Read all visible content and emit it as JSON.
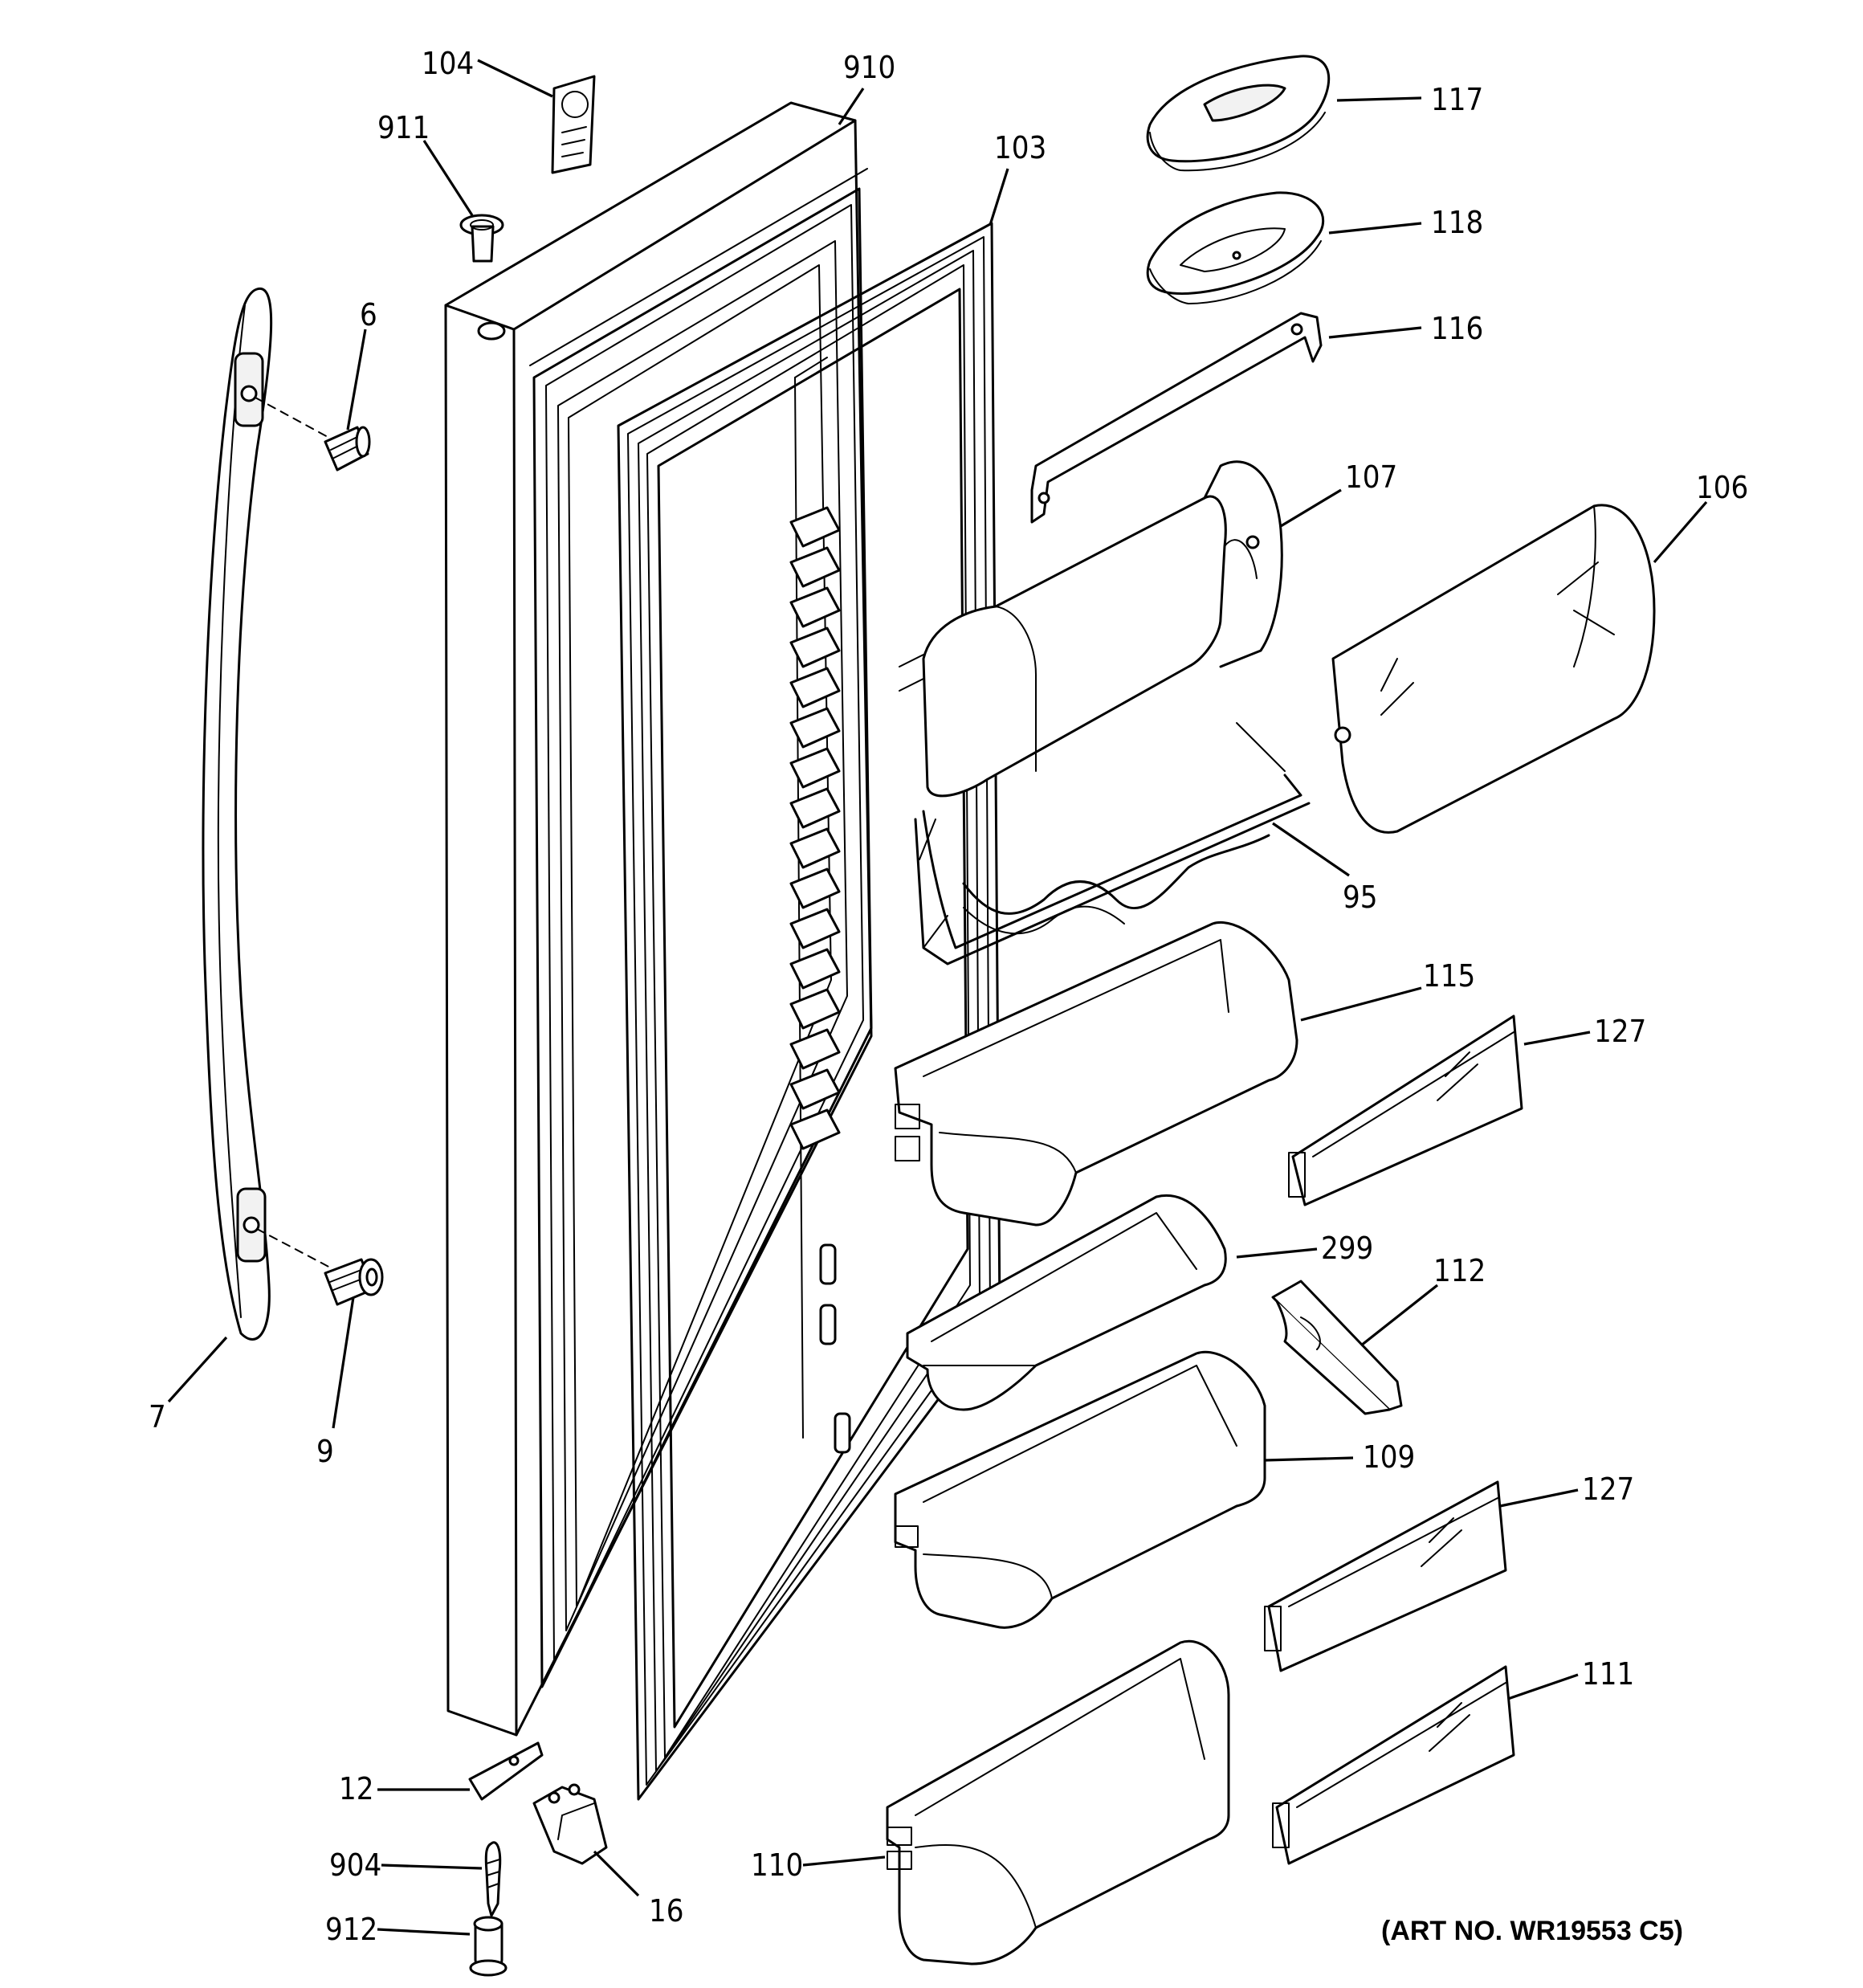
{
  "callouts": [
    {
      "id": "c104",
      "text": "104"
    },
    {
      "id": "c910",
      "text": "910"
    },
    {
      "id": "c911",
      "text": "911"
    },
    {
      "id": "c103",
      "text": "103"
    },
    {
      "id": "c117",
      "text": "117"
    },
    {
      "id": "c118",
      "text": "118"
    },
    {
      "id": "c116",
      "text": "116"
    },
    {
      "id": "c6",
      "text": "6"
    },
    {
      "id": "c107",
      "text": "107"
    },
    {
      "id": "c106",
      "text": "106"
    },
    {
      "id": "c95",
      "text": "95"
    },
    {
      "id": "c115",
      "text": "115"
    },
    {
      "id": "c127a",
      "text": "127"
    },
    {
      "id": "c299",
      "text": "299"
    },
    {
      "id": "c112",
      "text": "112"
    },
    {
      "id": "c7",
      "text": "7"
    },
    {
      "id": "c9",
      "text": "9"
    },
    {
      "id": "c109",
      "text": "109"
    },
    {
      "id": "c127b",
      "text": "127"
    },
    {
      "id": "c111",
      "text": "111"
    },
    {
      "id": "c12",
      "text": "12"
    },
    {
      "id": "c904",
      "text": "904"
    },
    {
      "id": "c16",
      "text": "16"
    },
    {
      "id": "c110",
      "text": "110"
    },
    {
      "id": "c912",
      "text": "912"
    }
  ],
  "art_number": "(ART NO. WR19553 C5)"
}
